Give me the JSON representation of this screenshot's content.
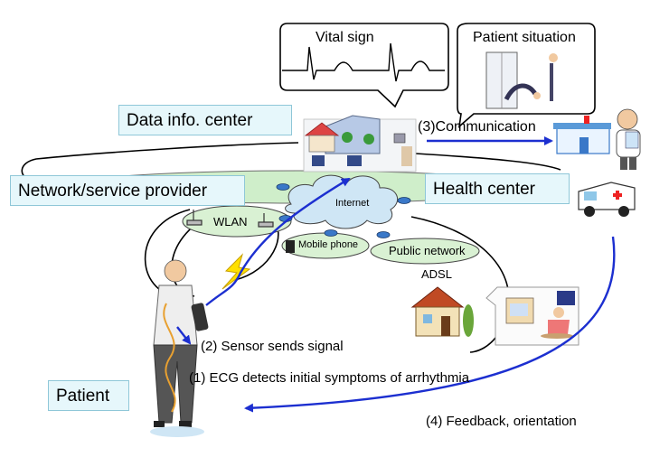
{
  "labels": {
    "vital_sign": "Vital sign",
    "patient_situation": "Patient situation",
    "data_center": "Data info. center",
    "communication": "(3)Communication",
    "network_provider": "Network/service provider",
    "health_center": "Health center",
    "internet": "Internet",
    "wlan": "WLAN",
    "mobile_phone": "Mobile phone",
    "public_network": "Public network",
    "adsl": "ADSL",
    "sensor_sends": "(2) Sensor sends signal",
    "ecg_detects": "(1) ECG detects initial symptoms of arrhythmia",
    "patient": "Patient",
    "feedback": "(4) Feedback, orientation"
  },
  "colors": {
    "arrow_blue": "#1c2fd0",
    "box_fill": "#e6f7fb",
    "box_border": "#8fc7d8",
    "cloud_fill": "#d9f1d3",
    "internet_fill": "#cfe6f5",
    "lightning": "#ffe000"
  },
  "icons": [
    "heartbeat-waveform-icon",
    "patient-fall-scene-icon",
    "data-center-building-icon",
    "hospital-icon",
    "doctor-icon",
    "ambulance-icon",
    "router-icon",
    "wifi-antenna-icon",
    "mobile-phone-icon",
    "house-icon",
    "home-room-icon",
    "patient-person-icon",
    "lightning-icon"
  ]
}
